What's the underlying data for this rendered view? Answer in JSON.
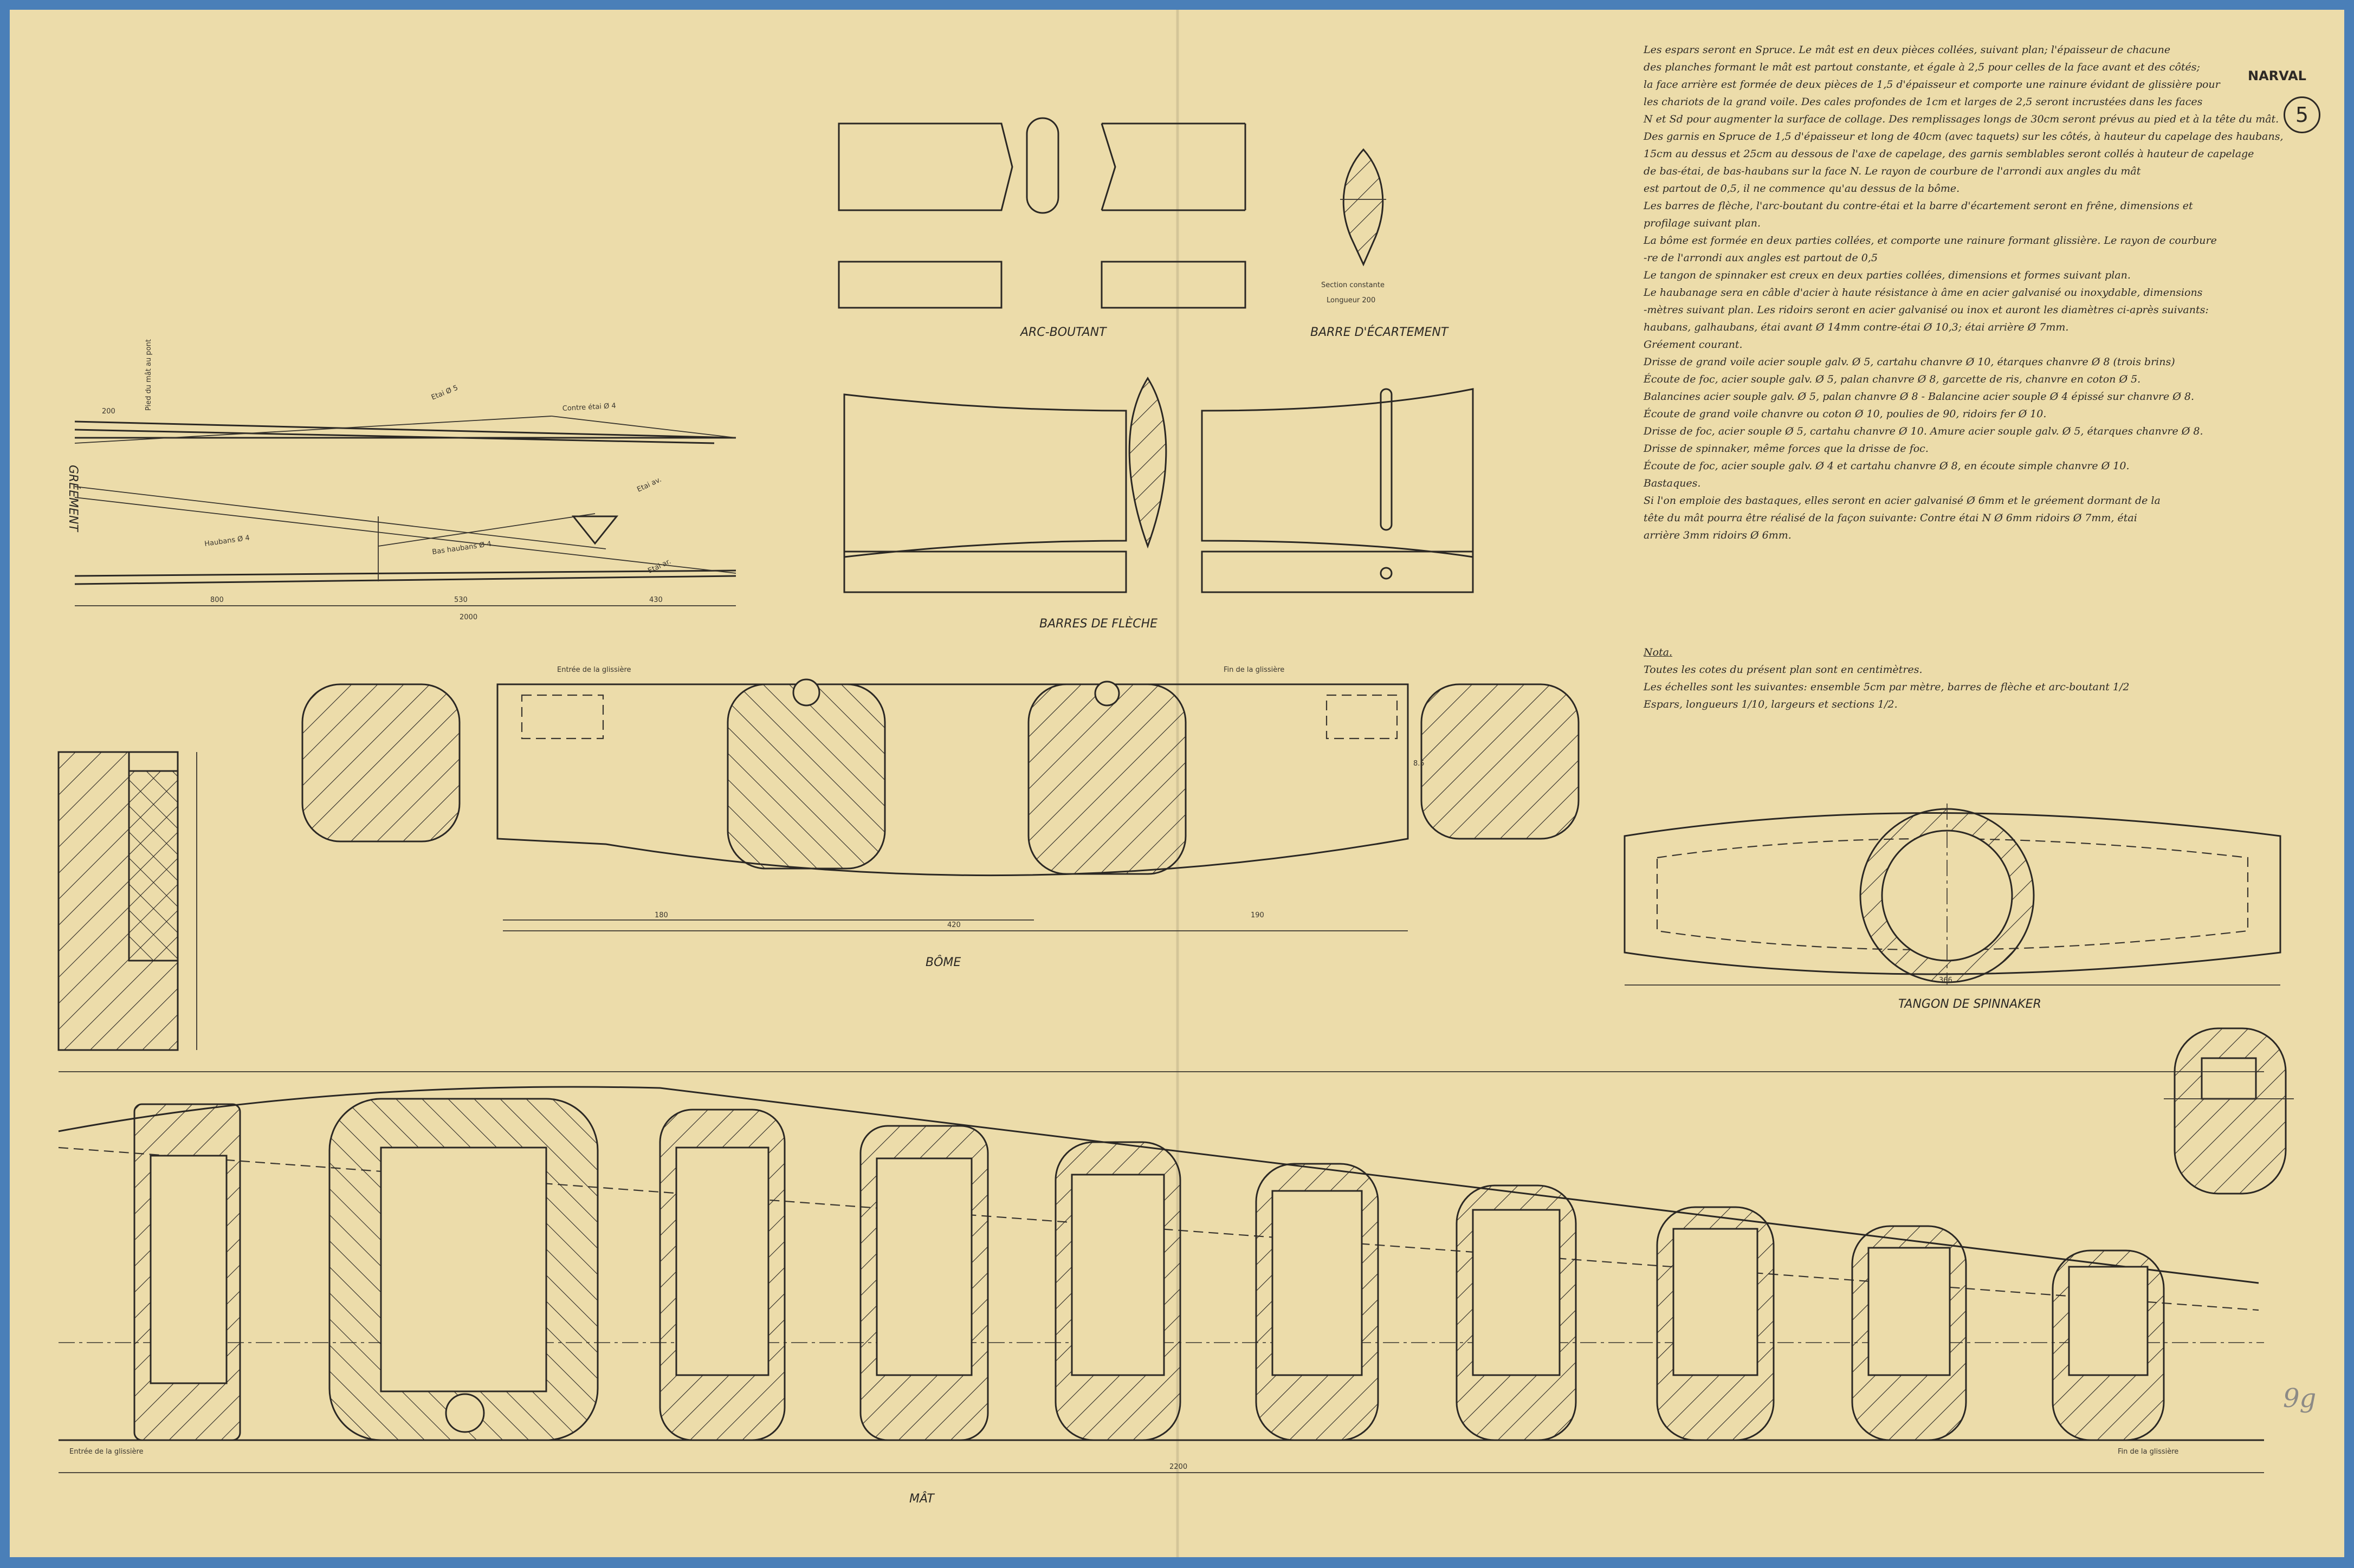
{
  "sheet": {
    "brand": "NARVAL",
    "sheet_number": "5",
    "pencil_mark": "9g"
  },
  "views": {
    "arc_boutant": "ARC-BOUTANT",
    "barre_ecartement": "BARRE D'ÉCARTEMENT",
    "barres_de_fleche": "BARRES DE FLÈCHE",
    "greement": "GRÉEMENT",
    "bome": "BÔME",
    "tangon": "TANGON DE SPINNAKER",
    "mat": "MÂT"
  },
  "labels": {
    "section_constante": "Section constante",
    "longueur": "Longueur 200",
    "entree_glissiere_bome": "Entrée de la glissière",
    "fin_glissiere_bome": "Fin de la glissière",
    "entree_glissiere_mat": "Entrée de la glissière",
    "fin_glissiere_mat": "Fin de la glissière",
    "etai_5": "Etai Ø 5",
    "haubans": "Haubans Ø 4",
    "bas_haubans": "Bas haubans Ø 4",
    "contre_etai": "Contre étai Ø 4",
    "etai_av": "Etai av.",
    "etai_ar": "Etai ar.",
    "pied_mat": "Pied du mât au pont"
  },
  "dims": {
    "mat_total": "2200",
    "bome_total": "420",
    "bome_a": "180",
    "bome_b": "190",
    "bome_h": "8.5",
    "tangon_total": "366",
    "greement_a": "800",
    "greement_b": "530",
    "greement_c": "430",
    "greement_total": "2000",
    "greement_top": "200"
  },
  "notes": [
    "Les espars seront en Spruce. Le mât est en deux pièces collées, suivant plan; l'épaisseur de chacune",
    "des planches formant le mât est partout constante, et égale à 2,5 pour celles de la face avant et des côtés;",
    "la face arrière est formée de deux pièces de 1,5 d'épaisseur et comporte une rainure évidant de glissière pour",
    "les chariots de la grand voile. Des cales profondes de 1cm et larges de 2,5 seront incrustées dans les faces",
    "N et Sd pour augmenter la surface de collage. Des remplissages longs de 30cm seront prévus au pied et à la tête du mât.",
    "Des garnis en Spruce de 1,5 d'épaisseur et long de 40cm (avec taquets) sur les côtés, à hauteur du capelage des haubans,",
    "15cm au dessus et 25cm au dessous de l'axe de capelage, des garnis semblables seront collés à hauteur de capelage",
    "de bas-étai, de bas-haubans sur la face N. Le rayon de courbure de l'arrondi aux angles du mât",
    "est partout de 0,5, il ne commence qu'au dessus de la bôme.",
    "Les barres de flèche, l'arc-boutant du contre-étai et la barre d'écartement seront en frêne, dimensions et",
    "profilage suivant plan.",
    "La bôme est formée en deux parties collées, et comporte une rainure formant glissière. Le rayon de courbure",
    "-re de l'arrondi aux angles est partout de 0,5",
    "Le tangon de spinnaker est creux en deux parties collées, dimensions et formes suivant plan.",
    "Le haubanage sera en câble d'acier à haute résistance à âme en acier galvanisé ou inoxydable, dimensions",
    "-mètres suivant plan. Les ridoirs seront en acier galvanisé ou inox et auront les diamètres ci-après suivants:",
    "haubans, galhaubans, étai avant Ø 14mm contre-étai Ø 10,3; étai arrière Ø 7mm.",
    "Gréement courant.",
    "Drisse de grand voile acier souple galv. Ø 5, cartahu chanvre Ø 10, étarques chanvre Ø 8 (trois brins)",
    "Écoute de foc, acier souple galv. Ø 5, palan chanvre Ø 8, garcette de ris, chanvre en coton Ø 5.",
    "Balancines acier souple galv. Ø 5, palan chanvre Ø 8 - Balancine acier souple Ø 4 épissé sur chanvre Ø 8.",
    "Écoute de grand voile chanvre ou coton Ø 10, poulies de 90, ridoirs fer Ø 10.",
    "Drisse de foc, acier souple Ø 5, cartahu chanvre Ø 10. Amure acier souple galv. Ø 5, étarques chanvre Ø 8.",
    "Drisse de spinnaker, même forces que la drisse de foc.",
    "Écoute de foc, acier souple galv. Ø 4 et cartahu chanvre Ø 8, en écoute simple chanvre Ø 10.",
    "Bastaques.",
    "Si l'on emploie des bastaques, elles seront en acier galvanisé Ø 6mm et le gréement dormant de la",
    "tête du mât pourra être réalisé de la façon suivante: Contre étai N Ø 6mm ridoirs Ø 7mm, étai",
    "arrière 3mm ridoirs Ø 6mm."
  ],
  "nota": {
    "heading": "Nota.",
    "lines": [
      "Toutes les cotes du présent plan sont en centimètres.",
      "Les échelles sont les suivantes: ensemble 5cm par mètre, barres de flèche et arc-boutant 1/2",
      "Espars, longueurs 1/10, largeurs et sections 1/2."
    ]
  }
}
